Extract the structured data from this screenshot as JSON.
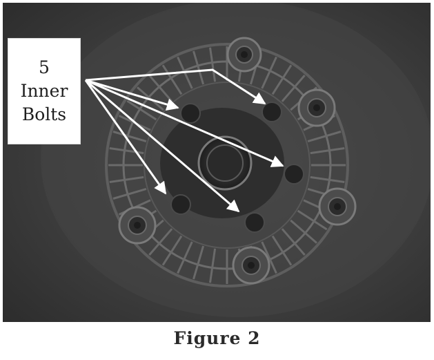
{
  "callout": {
    "line1": "5",
    "line2": "Inner",
    "line3": "Bolts"
  },
  "caption": "Figure 2",
  "colors": {
    "photo_background": "#3e3e3e",
    "arrow": "#ffffff",
    "caption_text": "#2a2a2a"
  }
}
